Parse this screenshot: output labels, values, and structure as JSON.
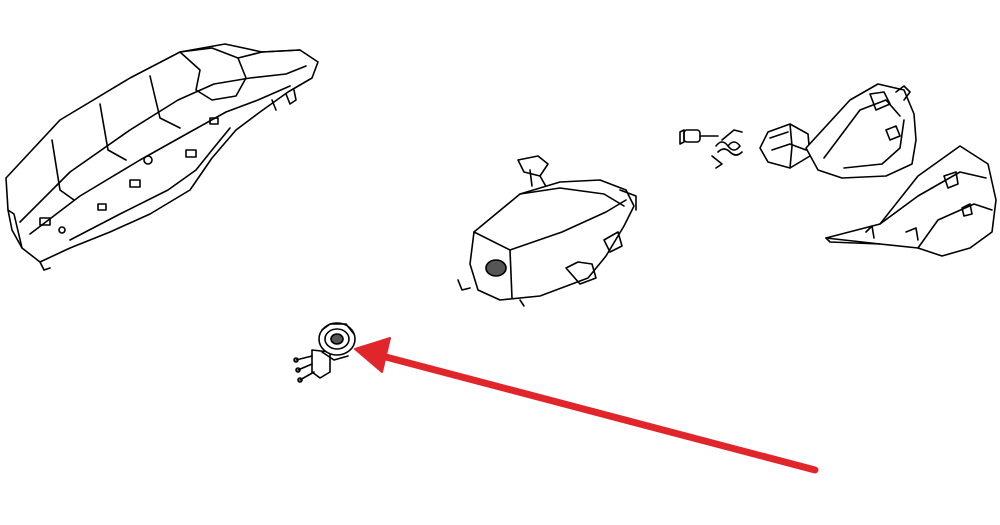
{
  "diagram": {
    "parts": [
      {
        "id": "floor-console-tray",
        "icon": "console-tray-line-art"
      },
      {
        "id": "bin-housing",
        "icon": "storage-bin-line-art"
      },
      {
        "id": "hinge-pin-and-spring",
        "icon": "pin-spring-line-art"
      },
      {
        "id": "latch-and-bracket",
        "icon": "latch-bracket-line-art"
      },
      {
        "id": "side-trim-panel",
        "icon": "trim-panel-line-art"
      },
      {
        "id": "power-outlet-socket",
        "icon": "socket-line-art",
        "highlighted": true
      }
    ],
    "callout": {
      "target": "power-outlet-socket",
      "color": "#e0262b"
    }
  }
}
